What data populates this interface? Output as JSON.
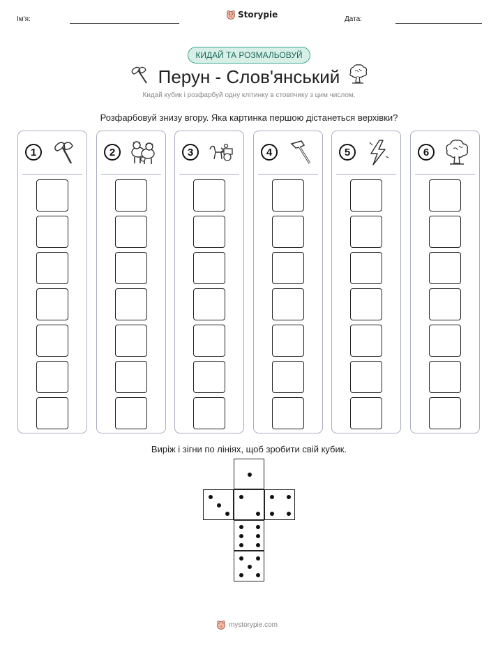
{
  "header": {
    "name_label": "Ім'я:",
    "date_label": "Дата:",
    "brand": "Storypie"
  },
  "badge": "КИДАЙ ТА РОЗМАЛЬОВУЙ",
  "title": "Перун - Слов'янський",
  "subtitle": "Кидай кубик і розфарбуй одну клітинку в стовпчику з цим числом.",
  "instruction": "Розфарбовуй знизу вгору. Яка картинка першою дістанеться верхівки?",
  "columns": [
    {
      "number": "1",
      "icon": "axe-icon"
    },
    {
      "number": "2",
      "icon": "cattle-icon"
    },
    {
      "number": "3",
      "icon": "horse-cart-icon"
    },
    {
      "number": "4",
      "icon": "hammer-icon"
    },
    {
      "number": "5",
      "icon": "lightning-icon"
    },
    {
      "number": "6",
      "icon": "oak-tree-icon"
    }
  ],
  "cube_instruction": "Виріж і зігни по лініях, щоб зробити свій кубик.",
  "footer": "mystorypie.com"
}
